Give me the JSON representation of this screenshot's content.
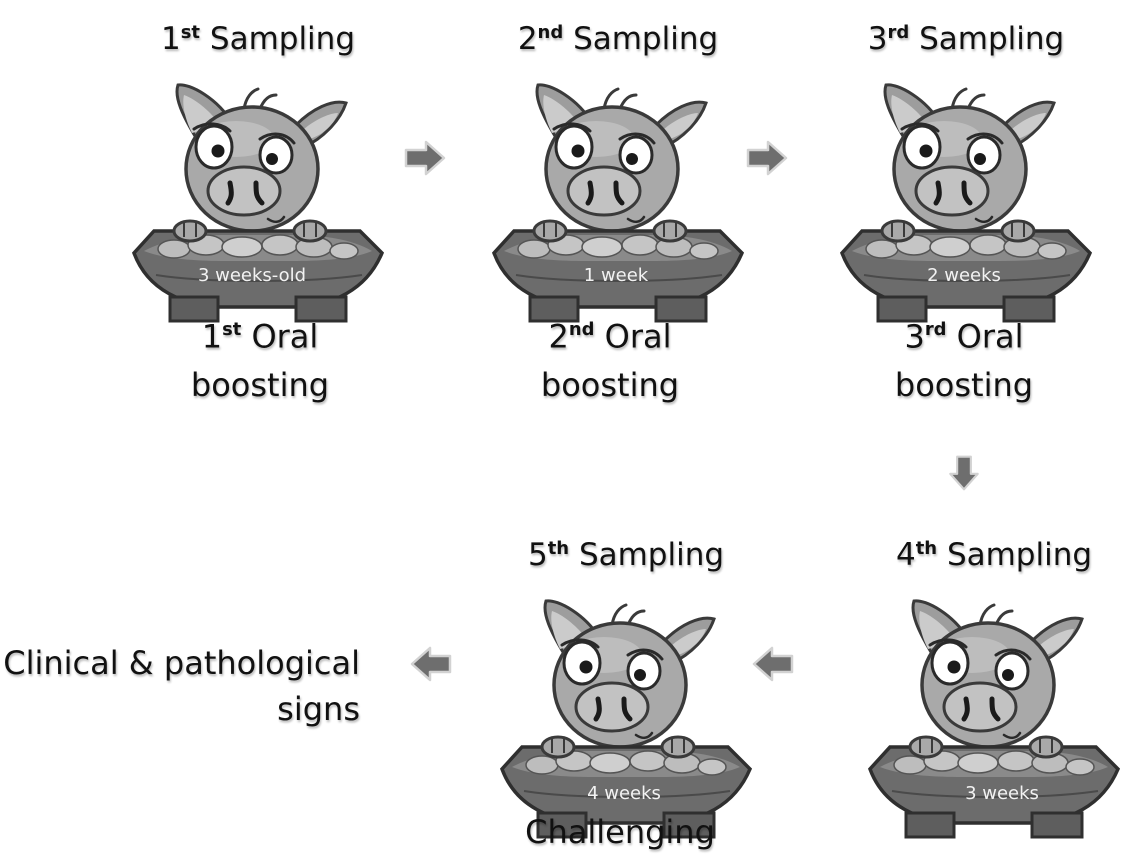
{
  "stages": [
    {
      "title_num": "1",
      "title_sup": "st",
      "title_word": "Sampling",
      "trough_label": "3 weeks-old",
      "caption": {
        "num": "1",
        "sup": "st",
        "line1": "Oral",
        "line2": "boosting"
      }
    },
    {
      "title_num": "2",
      "title_sup": "nd",
      "title_word": "Sampling",
      "trough_label": "1 week",
      "caption": {
        "num": "2",
        "sup": "nd",
        "line1": "Oral",
        "line2": "boosting"
      }
    },
    {
      "title_num": "3",
      "title_sup": "rd",
      "title_word": "Sampling",
      "trough_label": "2 weeks",
      "caption": {
        "num": "3",
        "sup": "rd",
        "line1": "Oral",
        "line2": "boosting"
      }
    },
    {
      "title_num": "4",
      "title_sup": "th",
      "title_word": "Sampling",
      "trough_label": "3 weeks"
    },
    {
      "title_num": "5",
      "title_sup": "th",
      "title_word": "Sampling",
      "trough_label": "4 weeks",
      "caption": {
        "line1": "Challenging"
      }
    }
  ],
  "final": {
    "line1": "Clinical & pathological",
    "line2": "signs"
  },
  "colors": {
    "arrow_fill": "#6e6e6e",
    "arrow_edge": "#d2d2d2",
    "pig": "#a9a9a9",
    "trough": "#707070"
  }
}
